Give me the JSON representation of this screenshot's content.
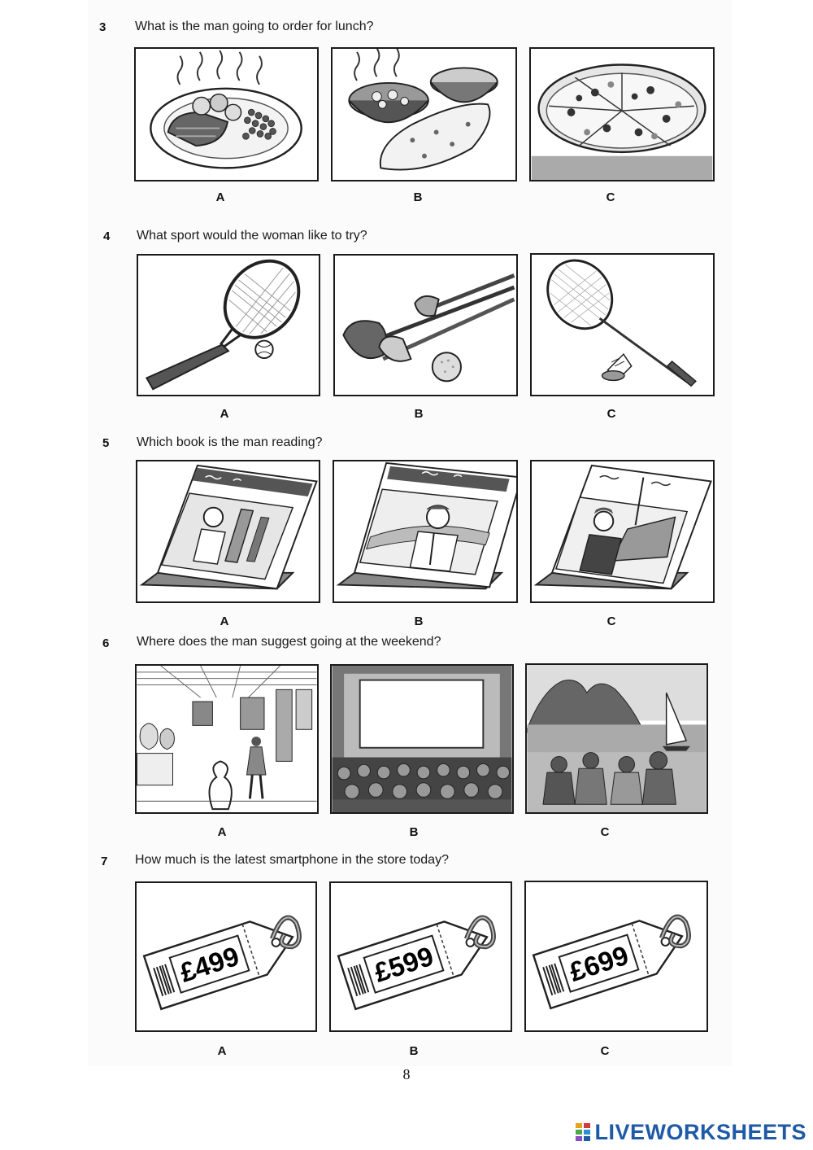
{
  "questions": [
    {
      "number": "3",
      "text": "What is the man going to order for lunch?",
      "options": [
        "A",
        "B",
        "C"
      ]
    },
    {
      "number": "4",
      "text": "What sport would the woman like to try?",
      "options": [
        "A",
        "B",
        "C"
      ]
    },
    {
      "number": "5",
      "text": "Which book is the man reading?",
      "options": [
        "A",
        "B",
        "C"
      ]
    },
    {
      "number": "6",
      "text": "Where does the man suggest going at the weekend?",
      "options": [
        "A",
        "B",
        "C"
      ]
    },
    {
      "number": "7",
      "text": "How much is the latest smartphone in the store today?",
      "options": [
        "A",
        "B",
        "C"
      ]
    }
  ],
  "prices": [
    "£499",
    "£599",
    "£699"
  ],
  "page_number": "8",
  "brand": {
    "name": "LIVEWORKSHEETS",
    "color": "#1f5aa6"
  }
}
